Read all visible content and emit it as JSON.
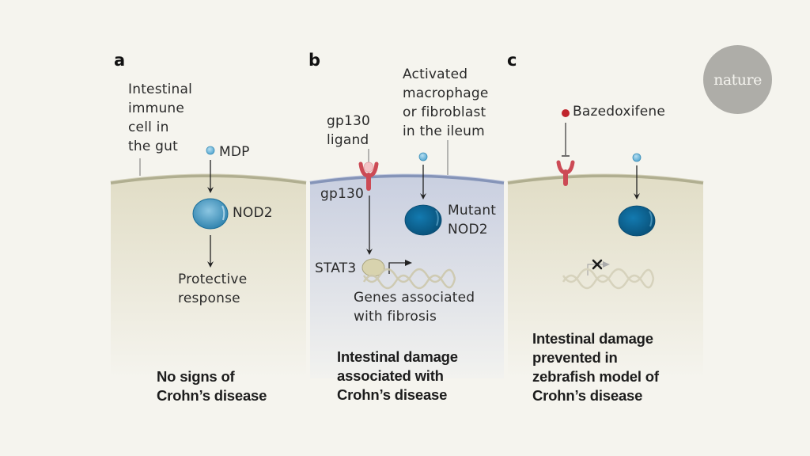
{
  "logo": {
    "text": "nature"
  },
  "panels": {
    "a": {
      "letter": "a",
      "cell_label": "Intestinal\nimmune\ncell in\nthe gut",
      "ligand_label": "MDP",
      "receptor_label": "NOD2",
      "outcome_label": "Protective\nresponse",
      "caption": "No signs of\nCrohn’s disease",
      "fill_color": "#e4e1cd",
      "membrane_color": "#b5b394"
    },
    "b": {
      "letter": "b",
      "cell_label": "Activated\nmacrophage\nor fibroblast\nin the ileum",
      "gp130_ligand_label": "gp130\nligand",
      "gp130_label": "gp130",
      "receptor_label": "Mutant\nNOD2",
      "stat3_label": "STAT3",
      "genes_label": "Genes associated\nwith fibrosis",
      "caption": "Intestinal damage\nassociated with\nCrohn’s disease",
      "fill_color": "#cfd4e3",
      "membrane_color": "#8d9bbd"
    },
    "c": {
      "letter": "c",
      "drug_label": "Bazedoxifene",
      "caption": "Intestinal damage\nprevented in\nzebrafish model of\nCrohn’s disease",
      "fill_color": "#e4e1cd",
      "membrane_color": "#b5b394"
    }
  },
  "colors": {
    "background": "#f5f4ee",
    "nod2_light": "#4a9ec4",
    "nod2_mutant": "#0e5f8a",
    "mdp": "#7ec0e0",
    "gp130": "#d0505a",
    "ligand": "#f0b8bc",
    "drug": "#c0242c",
    "stat3": "#d9d5b2",
    "dna": "#d8d4bd"
  }
}
